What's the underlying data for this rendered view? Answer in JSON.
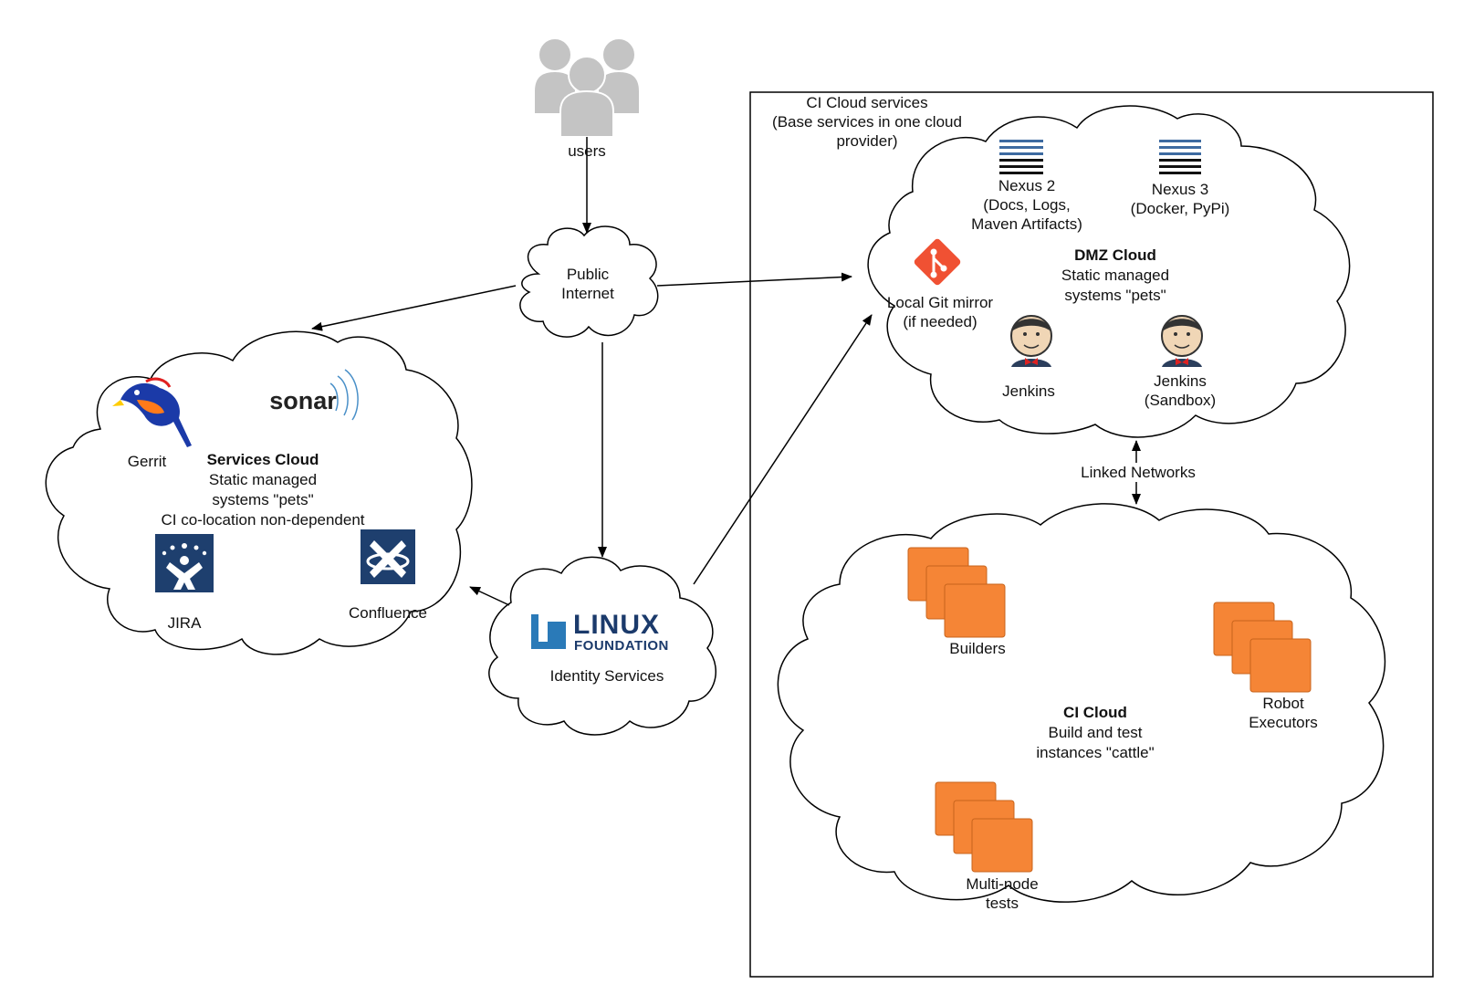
{
  "users": {
    "label": "users"
  },
  "public_internet": {
    "label": "Public\nInternet"
  },
  "services_cloud": {
    "title": "Services Cloud",
    "line1": "Static managed",
    "line2": "systems \"pets\"",
    "line3": "CI co-location non-dependent",
    "gerrit": "Gerrit",
    "sonar": "sonar",
    "jira": "JIRA",
    "confluence": "Confluence"
  },
  "identity": {
    "logo_line1": "LINUX",
    "logo_line2": "FOUNDATION",
    "label": "Identity Services"
  },
  "ci_cloud_services": {
    "title": "CI Cloud services\n(Base services in one cloud\nprovider)"
  },
  "dmz_cloud": {
    "title": "DMZ Cloud",
    "line1": "Static managed",
    "line2": "systems \"pets\"",
    "nexus2": "Nexus 2\n(Docs, Logs,\nMaven Artifacts)",
    "nexus3": "Nexus 3\n(Docker, PyPi)",
    "git_mirror": "Local Git mirror\n(if needed)",
    "jenkins": "Jenkins",
    "jenkins_sandbox": "Jenkins\n(Sandbox)"
  },
  "link": {
    "label": "Linked Networks"
  },
  "ci_cloud": {
    "title": "CI Cloud",
    "line1": "Build and test",
    "line2": "instances \"cattle\"",
    "builders": "Builders",
    "robot": "Robot\nExecutors",
    "multinode": "Multi-node\ntests"
  },
  "colors": {
    "aws_orange": "#f58536",
    "lf_navy": "#1b3a6b",
    "lf_blue": "#2a7ab8",
    "git_red": "#f05133",
    "nexus_blue": "#3d6aa0",
    "user_gray": "#c4c4c4"
  }
}
